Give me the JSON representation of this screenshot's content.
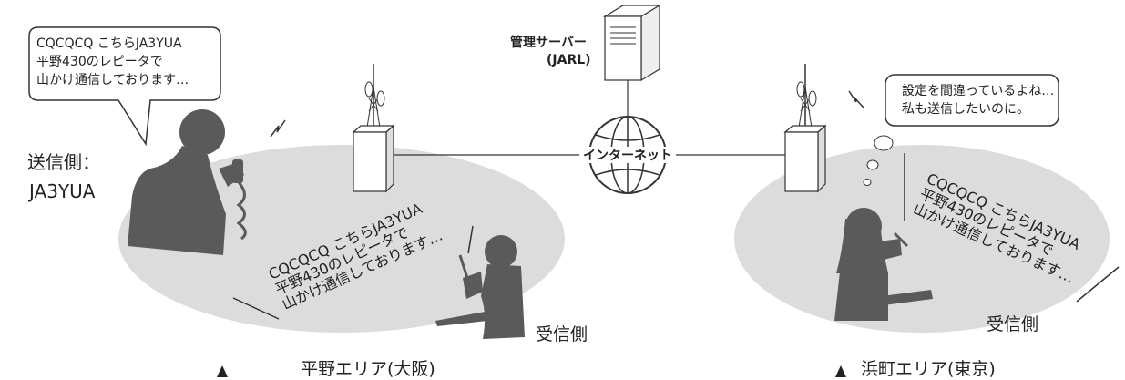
{
  "server": {
    "title": "管理サーバー",
    "subtitle": "(JARL)",
    "icon": "server-icon"
  },
  "internet": {
    "label": "インターネット",
    "icon": "globe-icon"
  },
  "sender": {
    "label": "送信側：",
    "callsign": "JA3YUA",
    "bubble_lines": [
      "CQCQCQ こちらJA3YUA",
      "平野430のレピータで",
      "山かけ通信しております…"
    ]
  },
  "hirano_area": {
    "name": "平野エリア(大阪)",
    "receiver_label": "受信側",
    "broadcast_lines": [
      "CQCQCQ こちらJA3YUA",
      "平野430のレピータで",
      "山かけ通信しております…"
    ]
  },
  "hamacho_area": {
    "name": "浜町エリア(東京)",
    "receiver_label": "受信側",
    "thought_lines": [
      "設定を間違っているよね…",
      "私も送信したいのに。"
    ],
    "broadcast_lines": [
      "CQCQCQ こちらJA3YUA",
      "平野430のレピータで",
      "山かけ通信しております…"
    ]
  },
  "colors": {
    "area_fill": "#dcdcdc",
    "silhouette": "#5a5a5a",
    "line": "#333333"
  }
}
